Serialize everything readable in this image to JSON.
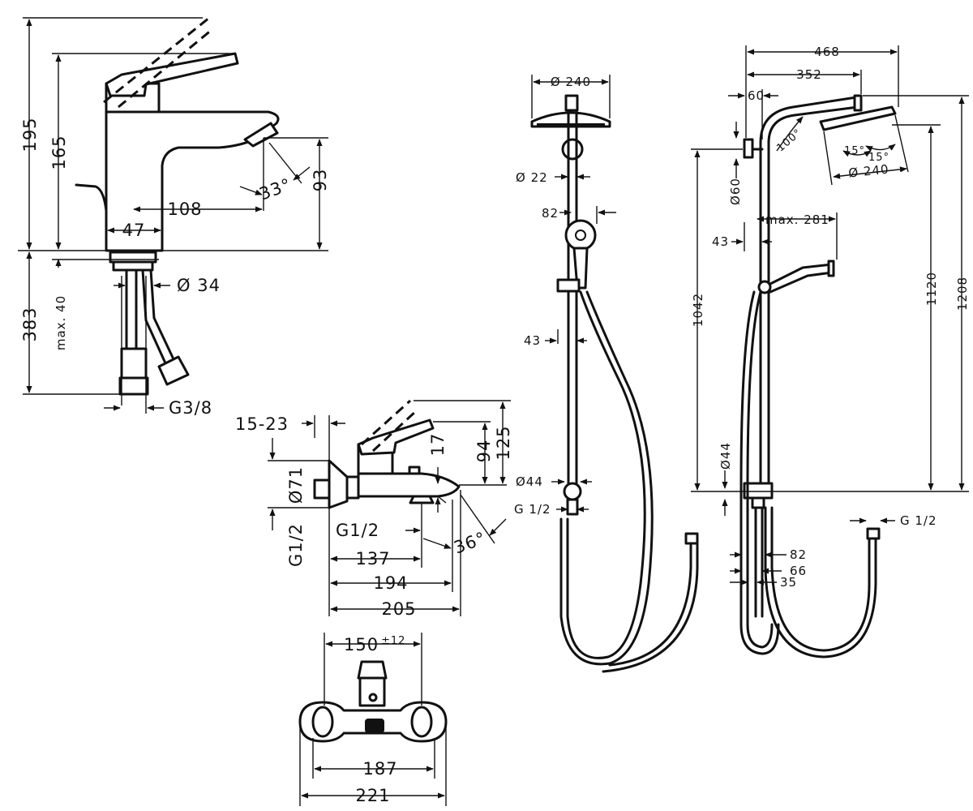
{
  "basin_mixer": {
    "lever_height": "195",
    "spout_height": "165",
    "spout_reach": "108",
    "body_width": "47",
    "spout_outlet_drop": "93",
    "spout_angle": "33°",
    "thread_diameter": "Ø 34",
    "below_counter": "383",
    "max_worktop": "max. 40",
    "connection": "G3/8"
  },
  "bath_mixer": {
    "wall_distance": "15-23",
    "escutcheon_diameter": "Ø71",
    "spout_outlet": "17",
    "body_height": "94",
    "lever_height": "125",
    "connection": "G1/2",
    "outlet": "G1/2",
    "spout_angle": "36°",
    "dim_137": "137",
    "dim_194": "194",
    "dim_205": "205"
  },
  "bath_mixer_front": {
    "centre_distance": "150",
    "centre_tolerance": "±12",
    "inner_width": "187",
    "outer_width": "221"
  },
  "shower_front": {
    "head_diameter": "Ø 240",
    "rail_diameter": "Ø 22",
    "handshower_offset": "82",
    "rail_wall_distance": "43",
    "diverter_diameter": "Ø44",
    "connection": "G 1/2"
  },
  "shower_side": {
    "arm_overall": "468",
    "arm_reach": "352",
    "wall_offset": "60",
    "head_angle": "100°",
    "tilt_left": "15°",
    "tilt_right": "15°",
    "head_diameter": "Ø 240",
    "bracket_diameter": "Ø60",
    "handshower_reach": "max. 281",
    "rail_wall_distance": "43",
    "rail_height": "1042",
    "head_height": "1120",
    "overall_height": "1208",
    "diverter_diameter": "Ø44",
    "dim_82": "82",
    "dim_66": "66",
    "dim_35": "35",
    "hose_connection": "G 1/2"
  }
}
